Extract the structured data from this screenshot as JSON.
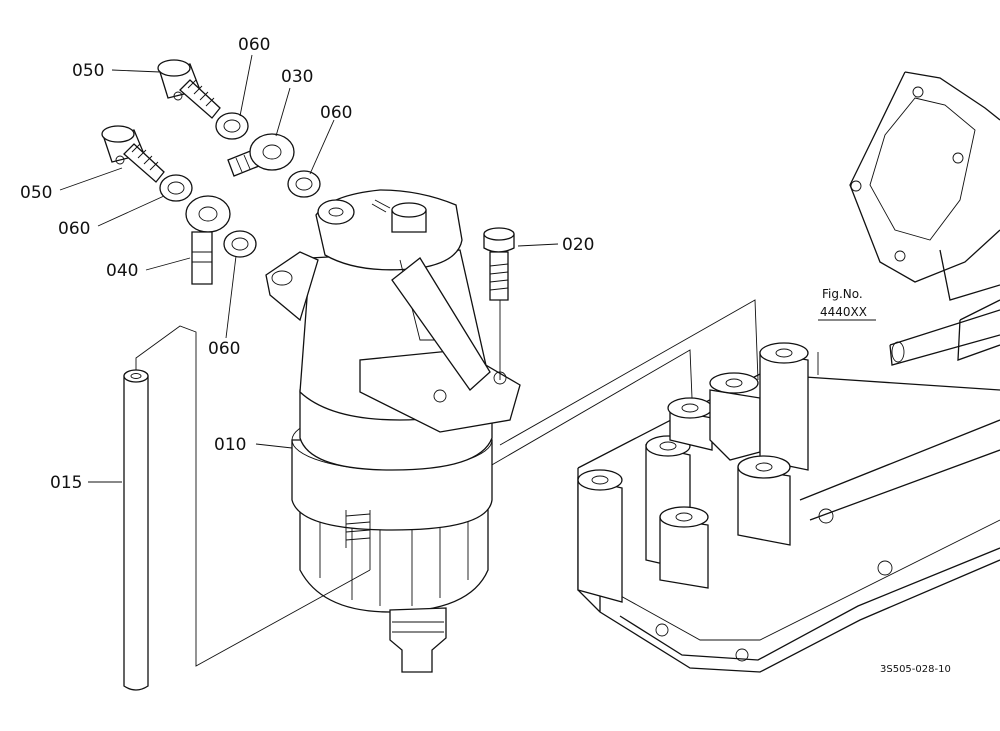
{
  "parts": [
    {
      "id": "p050a",
      "label": "050",
      "icon": "banjo-bolt-icon"
    },
    {
      "id": "p060a",
      "label": "060",
      "icon": "washer-icon"
    },
    {
      "id": "p030",
      "label": "030",
      "icon": "banjo-fitting-icon"
    },
    {
      "id": "p060b",
      "label": "060",
      "icon": "washer-icon"
    },
    {
      "id": "p050b",
      "label": "050",
      "icon": "banjo-bolt-icon"
    },
    {
      "id": "p060c",
      "label": "060",
      "icon": "washer-icon"
    },
    {
      "id": "p040",
      "label": "040",
      "icon": "elbow-fitting-icon"
    },
    {
      "id": "p020",
      "label": "020",
      "icon": "flange-bolt-icon"
    },
    {
      "id": "p060d",
      "label": "060",
      "icon": "washer-icon"
    },
    {
      "id": "p010",
      "label": "010",
      "icon": "fuel-filter-icon"
    },
    {
      "id": "p015",
      "label": "015",
      "icon": "fuel-hose-icon"
    }
  ],
  "figure_ref": {
    "line1": "Fig.No.",
    "line2": "4440XX"
  },
  "drawing_code": "3S505-028-10"
}
